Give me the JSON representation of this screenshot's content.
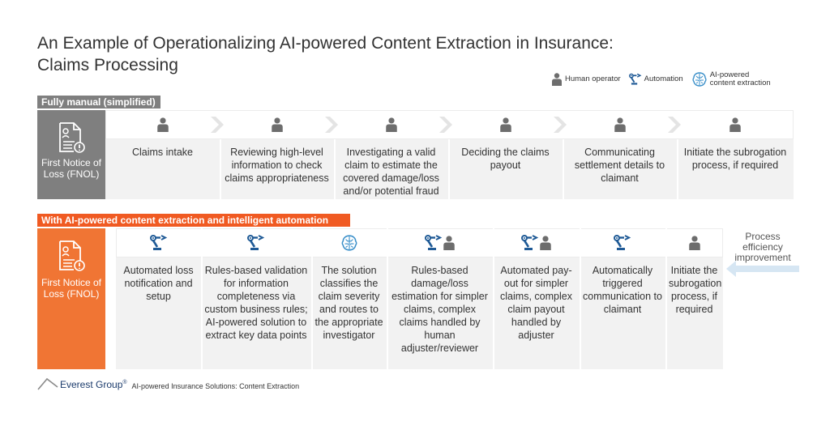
{
  "title_line1": "An Example of Operationalizing AI-powered Content Extraction in Insurance:",
  "title_line2": "Claims Processing",
  "legend": {
    "human": "Human operator",
    "automation": "Automation",
    "ai": "AI-powered content extraction"
  },
  "manual": {
    "label": "Fully manual (simplified)",
    "fnol": "First Notice of Loss (FNOL)",
    "steps": [
      {
        "text": "Claims intake",
        "icons": [
          "person-icon"
        ]
      },
      {
        "text": "Reviewing high-level information to check claims appropriateness",
        "icons": [
          "person-icon"
        ]
      },
      {
        "text": "Investigating a valid claim to estimate the covered damage/loss and/or potential fraud",
        "icons": [
          "person-icon"
        ]
      },
      {
        "text": "Deciding the claims payout",
        "icons": [
          "person-icon"
        ]
      },
      {
        "text": "Communicating settlement details to claimant",
        "icons": [
          "person-icon"
        ]
      },
      {
        "text": "Initiate the subrogation process, if required",
        "icons": [
          "person-icon"
        ]
      }
    ]
  },
  "ai": {
    "label": "With AI-powered content extraction and intelligent automation",
    "fnol": "First Notice of Loss (FNOL)",
    "steps": [
      {
        "text": "Automated loss notification and setup",
        "icons": [
          "robot-arm-icon"
        ]
      },
      {
        "text": "Rules-based validation for information completeness via custom business rules; AI-powered solution to extract key data points",
        "icons": [
          "robot-arm-icon"
        ]
      },
      {
        "text": "The solution classifies the claim severity and routes to the appropriate investigator",
        "icons": [
          "ai-brain-icon"
        ]
      },
      {
        "text": "Rules-based damage/loss estimation for simpler claims, complex claims handled by human adjuster/reviewer",
        "icons": [
          "robot-arm-icon",
          "person-icon"
        ]
      },
      {
        "text": "Automated pay-out for simpler claims, complex claim payout handled by adjuster",
        "icons": [
          "robot-arm-icon",
          "person-icon"
        ]
      },
      {
        "text": "Automatically triggered communication to claimant",
        "icons": [
          "robot-arm-icon"
        ]
      },
      {
        "text": "Initiate the subrogation process, if required",
        "icons": [
          "person-icon"
        ]
      }
    ]
  },
  "efficiency_label": "Process efficiency improvement",
  "footer": {
    "brand": "Everest Group",
    "mark": "®",
    "subtitle": "AI-powered Insurance Solutions: Content Extraction"
  },
  "colors": {
    "orange": "#f05a22",
    "orange_fnol": "#f07534",
    "gray": "#7f7f7f",
    "icon_gray": "#6d6d6d",
    "icon_blue": "#1f5a96",
    "row_bg": "#f2f2f2",
    "arrow_blue": "#d6e6f3"
  }
}
